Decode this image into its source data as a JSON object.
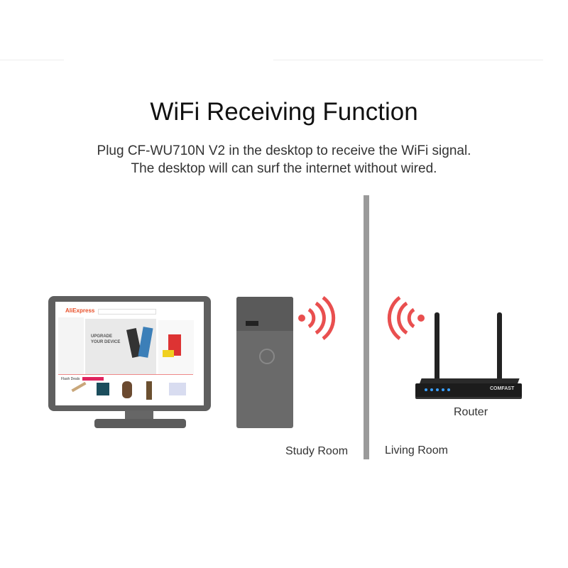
{
  "header": {
    "title": "WiFi Receiving Function",
    "subtitle_line1": "Plug CF-WU710N V2 in the desktop to receive the WiFi signal.",
    "subtitle_line2": "The desktop will can surf the internet without wired."
  },
  "screen": {
    "logo": "AliExpress",
    "banner_line1": "UPGRADE",
    "banner_line2": "YOUR DEVICE",
    "section": "Flash Deals"
  },
  "router": {
    "label": "Router",
    "brand": "COMFAST"
  },
  "rooms": {
    "left": "Study Room",
    "right": "Living Room"
  },
  "colors": {
    "signal": "#e94f4f",
    "divider": "#9a9a9a"
  }
}
